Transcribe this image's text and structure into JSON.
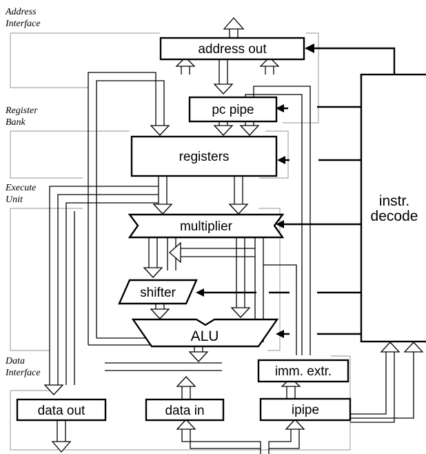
{
  "regions": {
    "address_interface": [
      "Address",
      "Interface"
    ],
    "register_bank": [
      "Register",
      "Bank"
    ],
    "execute_unit": [
      "Execute",
      "Unit"
    ],
    "data_interface": [
      "Data",
      "Interface"
    ]
  },
  "blocks": {
    "address_out": "address out",
    "pc_pipe": "pc pipe",
    "registers": "registers",
    "multiplier": "multiplier",
    "shifter": "shifter",
    "alu": "ALU",
    "imm_extr": "imm. extr.",
    "data_out": "data out",
    "data_in": "data in",
    "ipipe": "ipipe",
    "instr_decode": [
      "instr.",
      "decode"
    ]
  }
}
